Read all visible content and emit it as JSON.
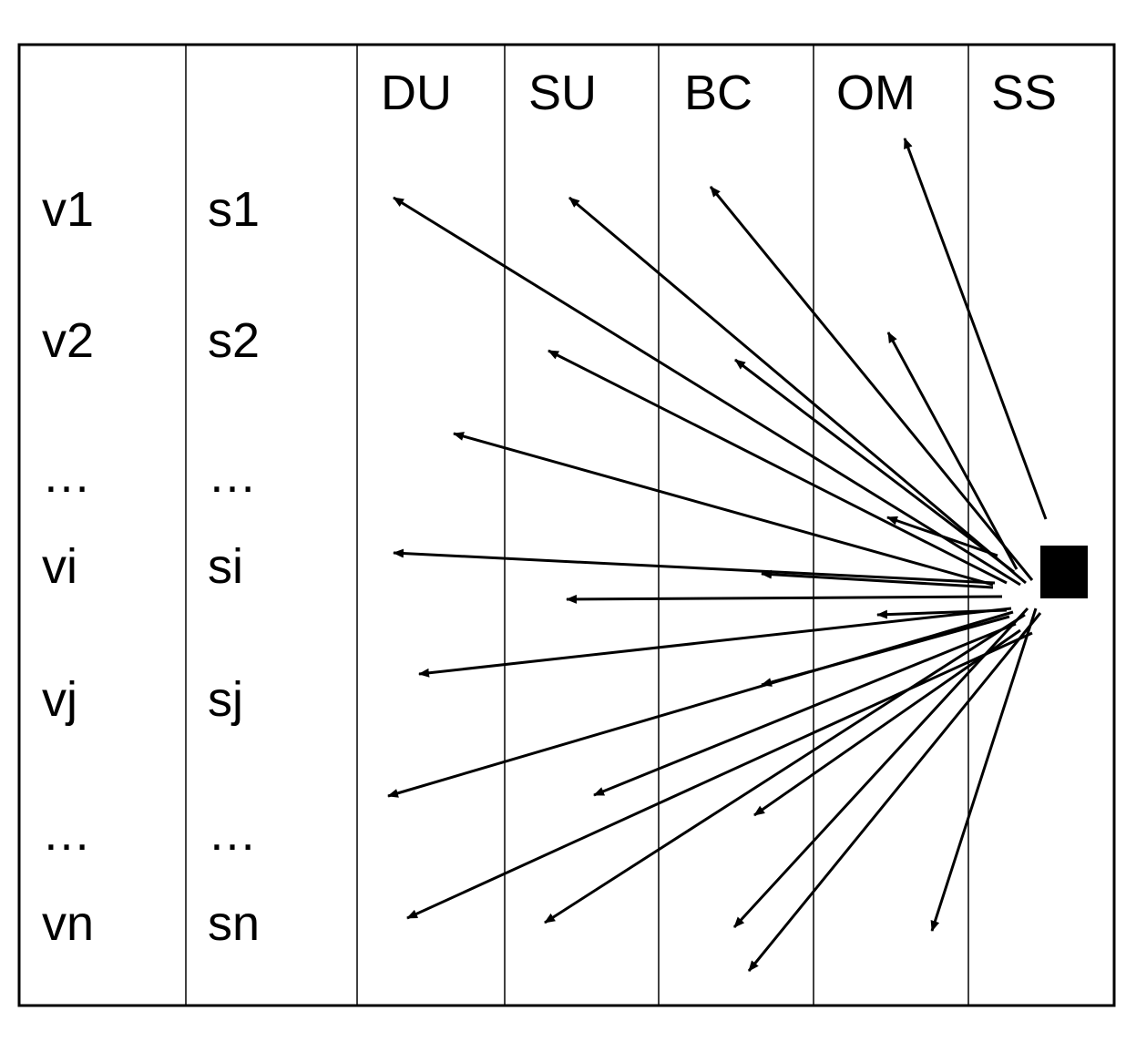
{
  "column_headers": [
    "DU",
    "SU",
    "BC",
    "OM",
    "SS"
  ],
  "row_labels_v": [
    "v1",
    "v2",
    "…",
    "vi",
    "vj",
    "…",
    "vn"
  ],
  "row_labels_s": [
    "s1",
    "s2",
    "…",
    "si",
    "sj",
    "…",
    "sn"
  ],
  "colors": {
    "line": "#000000",
    "background": "#ffffff"
  }
}
